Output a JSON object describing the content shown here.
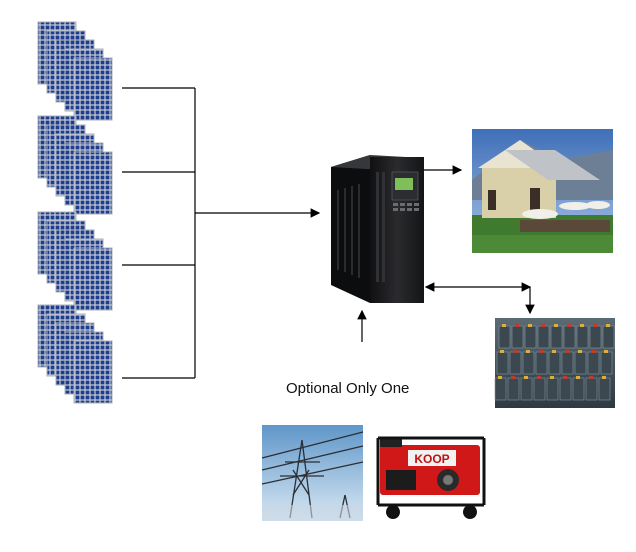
{
  "diagram": {
    "caption": "Optional Only One",
    "generator_brand": "KOOP",
    "components": {
      "solar_array_groups": 4,
      "inverter": "inverter",
      "load": "house",
      "storage": "battery-bank",
      "backup_sources": [
        "utility-grid",
        "diesel-generator"
      ]
    },
    "colors": {
      "panel_cell": "#1d3d8e",
      "panel_frame": "#c8ccd4",
      "inverter_body": "#1b1c1e",
      "inverter_screen": "#7fbf5a",
      "line": "#000000",
      "generator_red": "#d01818",
      "sky": "#5a86c4",
      "grass": "#3f7a2e"
    }
  }
}
